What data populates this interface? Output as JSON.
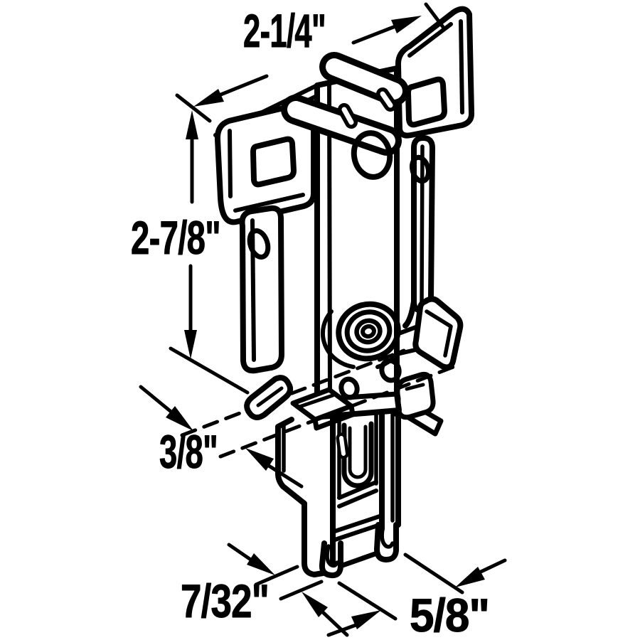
{
  "figure": {
    "title": "Dimensioned technical line drawing of a sliding door roller and latch bracket assembly",
    "style": "black ink illustration on white background",
    "ink_color": "#000000",
    "background_color": "#ffffff"
  },
  "dims": {
    "top_width": {
      "label": "2-1/4\""
    },
    "left_height": {
      "label": "2-7/8\""
    },
    "mid_offset": {
      "label": "3/8\""
    },
    "bottom_foot": {
      "label": "7/32\""
    },
    "bottom_depth": {
      "label": "5/8\""
    }
  }
}
